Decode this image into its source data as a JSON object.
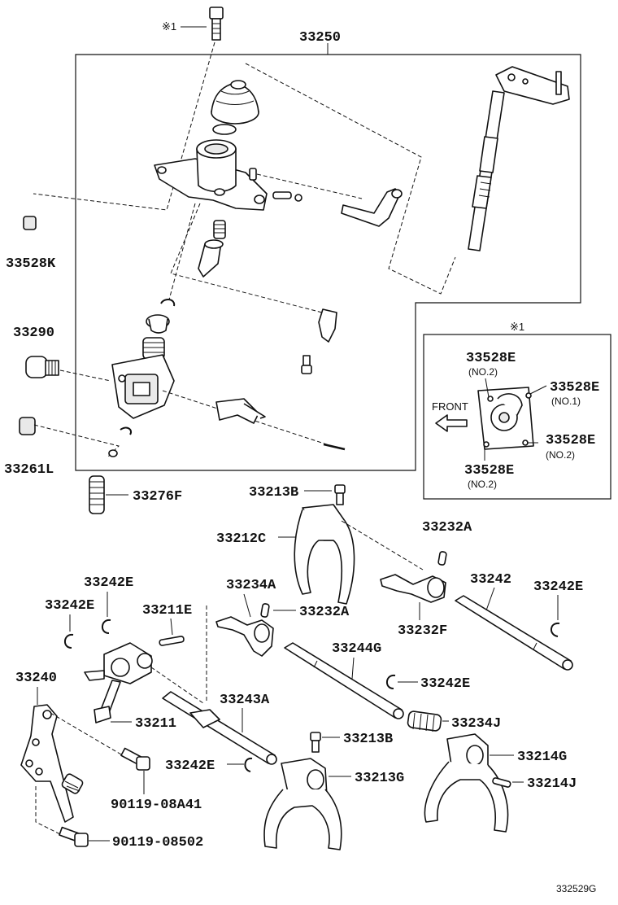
{
  "labels": {
    "l33250": "33250",
    "l33528K": "33528K",
    "l33290": "33290",
    "l33261L": "33261L",
    "l33276F": "33276F",
    "l33213B_top": "33213B",
    "l33212C": "33212C",
    "l33232A_top": "33232A",
    "l33242E_a": "33242E",
    "l33242E_b": "33242E",
    "l33234A": "33234A",
    "l33211E": "33211E",
    "l33232A_mid": "33232A",
    "l33242": "33242",
    "l33242E_c": "33242E",
    "l33232F": "33232F",
    "l33244G": "33244G",
    "l33242E_d": "33242E",
    "l33240": "33240",
    "l33243A": "33243A",
    "l33211": "33211",
    "l33234J": "33234J",
    "l33213B_low": "33213B",
    "l33214G": "33214G",
    "l33242E_e": "33242E",
    "l33213G": "33213G",
    "l33214J": "33214J",
    "l90119_08A41": "90119-08A41",
    "l90119_08502": "90119-08502"
  },
  "note_mark_top": "※1",
  "inset": {
    "title": "※1",
    "front_label": "FRONT",
    "items": [
      {
        "part": "33528E",
        "note": "(NO.2)"
      },
      {
        "part": "33528E",
        "note": "(NO.1)"
      },
      {
        "part": "33528E",
        "note": "(NO.2)"
      },
      {
        "part": "33528E",
        "note": "(NO.2)"
      }
    ]
  },
  "diagram_code": "332529G"
}
